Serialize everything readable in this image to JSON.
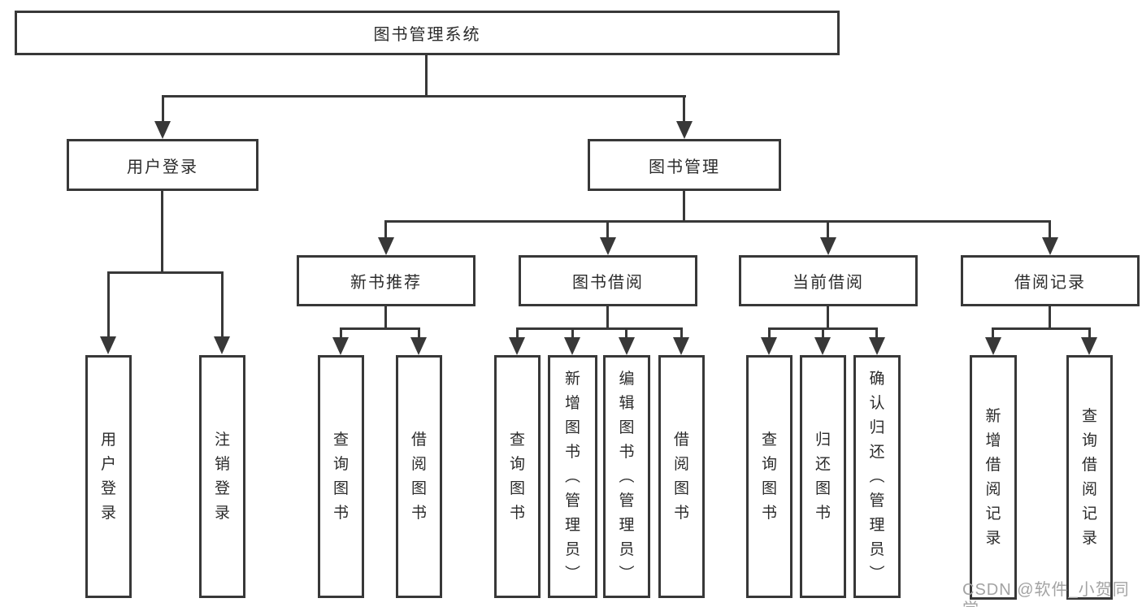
{
  "root_label": "图书管理系统",
  "level2": {
    "user_login": "用户登录",
    "book_management": "图书管理"
  },
  "level3": {
    "new_book_recommend": "新书推荐",
    "book_borrowing": "图书借阅",
    "current_borrowing": "当前借阅",
    "borrowing_records": "借阅记录"
  },
  "leaves": {
    "user_login": [
      "用户登录",
      "注销登录"
    ],
    "new_book_recommend": [
      "查询图书",
      "借阅图书"
    ],
    "book_borrowing": [
      "查询图书",
      "新增图书（管理员）",
      "编辑图书（管理员）",
      "借阅图书"
    ],
    "current_borrowing": [
      "查询图书",
      "归还图书",
      "确认归还（管理员）"
    ],
    "borrowing_records": [
      "新增借阅记录",
      "查询借阅记录"
    ]
  },
  "watermark": "CSDN @软件_小贺同学",
  "colors": {
    "line": "#383838",
    "text": "#2b2b2b",
    "background": "#ffffff",
    "watermark": "#a3a3a3"
  }
}
